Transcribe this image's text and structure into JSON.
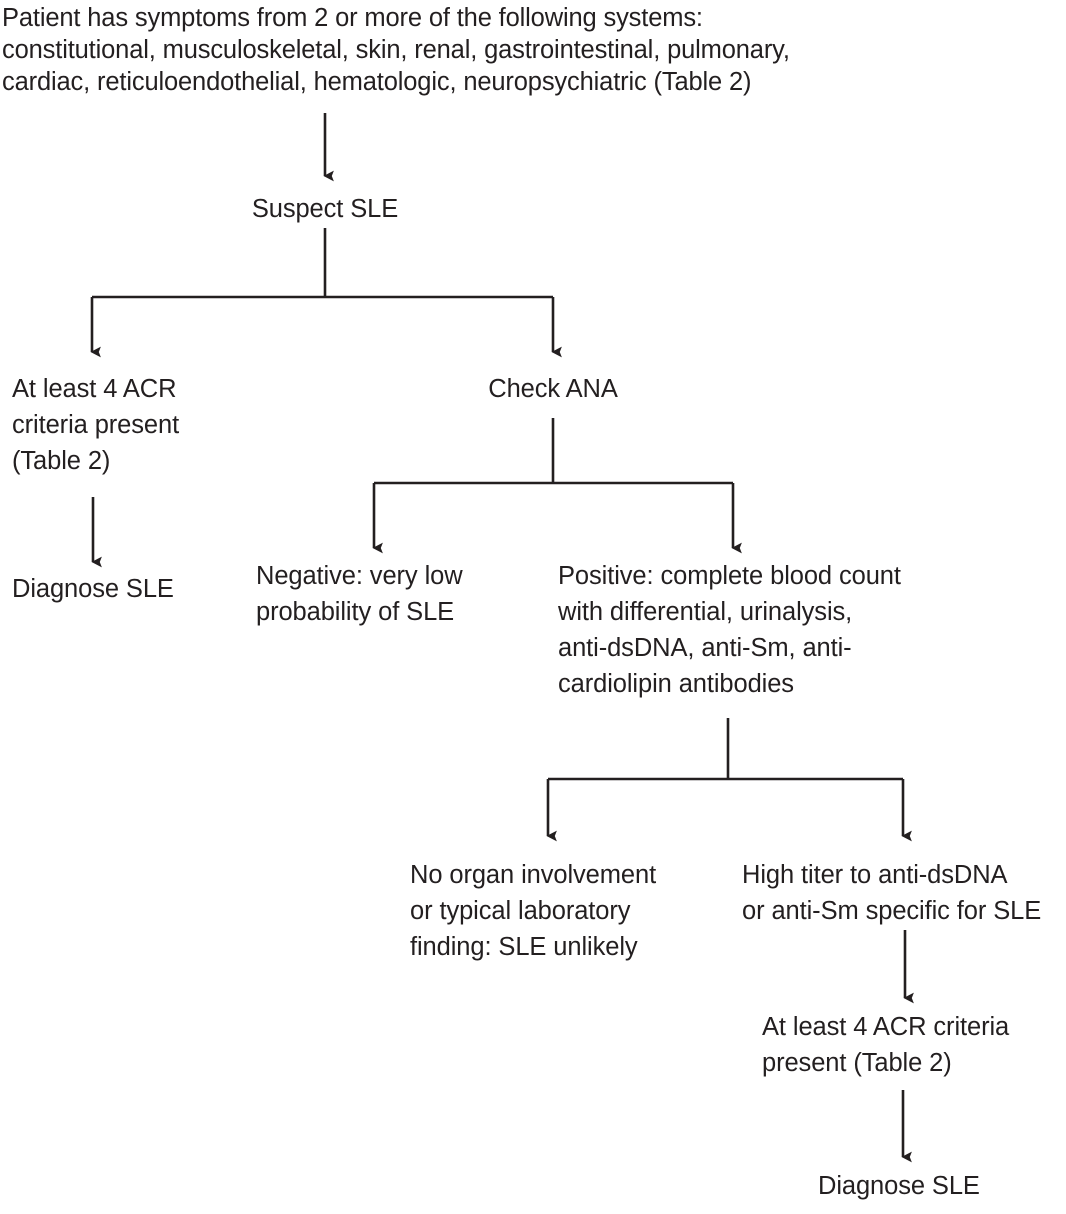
{
  "diagram": {
    "title": "Suspected SLE diagnostic algorithm",
    "ink_color": "#231f20",
    "background": "#ffffff",
    "nodes": {
      "intro": "Patient has symptoms from 2 or more of the following systems:\nconstitutional, musculoskeletal, skin, renal, gastrointestinal, pulmonary,\ncardiac, reticuloendothelial, hematologic, neuropsychiatric (Table 2)",
      "suspect_sle": "Suspect SLE",
      "acr_criteria_left": "At least 4 ACR\ncriteria present\n(Table 2)",
      "diagnose_sle_left": "Diagnose SLE",
      "check_ana": "Check ANA",
      "ana_negative": "Negative: very low\nprobability of SLE",
      "ana_positive": "Positive: complete blood count\nwith differential, urinalysis,\nanti-dsDNA, anti-Sm, anti-\ncardiolipin antibodies",
      "no_organ_involvement": "No organ involvement\nor typical laboratory\nfinding: SLE unlikely",
      "high_titer": "High titer to anti-dsDNA\nor anti-Sm specific for SLE",
      "acr_criteria_right": "At least 4 ACR criteria\npresent (Table 2)",
      "diagnose_sle_right": "Diagnose SLE"
    },
    "edges": [
      {
        "name": "intro-to-suspect-sle",
        "from": "intro",
        "to": "suspect_sle",
        "type": "straight-arrow"
      },
      {
        "name": "suspect-sle-split",
        "from": "suspect_sle",
        "to": "acr_criteria_left, check_ana",
        "type": "split-two-arrows"
      },
      {
        "name": "acr-left-to-diagnose",
        "from": "acr_criteria_left",
        "to": "diagnose_sle_left",
        "type": "straight-arrow"
      },
      {
        "name": "check-ana-split",
        "from": "check_ana",
        "to": "ana_negative, ana_positive",
        "type": "split-two-arrows"
      },
      {
        "name": "positive-split",
        "from": "ana_positive",
        "to": "no_organ_involvement, high_titer",
        "type": "split-two-arrows"
      },
      {
        "name": "high-titer-to-acr-right",
        "from": "high_titer",
        "to": "acr_criteria_right",
        "type": "straight-arrow"
      },
      {
        "name": "acr-right-to-diagnose",
        "from": "acr_criteria_right",
        "to": "diagnose_sle_right",
        "type": "straight-arrow"
      }
    ]
  }
}
